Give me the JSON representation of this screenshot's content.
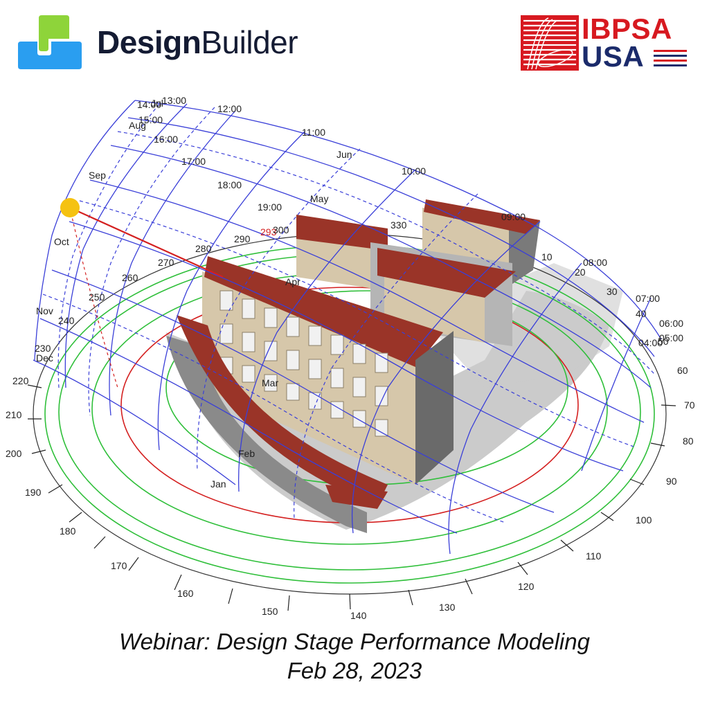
{
  "logos": {
    "designbuilder": {
      "bold": "Design",
      "regular": "Builder",
      "colors": {
        "green": "#8ed43a",
        "blue": "#2a9ef0",
        "text": "#141b33"
      }
    },
    "ibpsa": {
      "line1": "IBPSA",
      "line2": "USA",
      "colors": {
        "red": "#d71920",
        "navy": "#1b2b6b"
      }
    }
  },
  "sunpath": {
    "azimuth_labels": [
      "10",
      "20",
      "30",
      "40",
      "50",
      "60",
      "70",
      "80",
      "90",
      "100",
      "110",
      "120",
      "130",
      "140",
      "150",
      "160",
      "170",
      "180",
      "190",
      "200",
      "210",
      "220",
      "230",
      "240",
      "250",
      "260",
      "270",
      "280",
      "290",
      "293",
      "300",
      "330"
    ],
    "hour_labels": [
      "04:00",
      "05:00",
      "06:00",
      "07:00",
      "08:00",
      "09:00",
      "10:00",
      "11:00",
      "12:00",
      "13:00",
      "14:00",
      "15:00",
      "16:00",
      "17:00",
      "18:00",
      "19:00"
    ],
    "month_labels": [
      "Jan",
      "Feb",
      "Mar",
      "Apr",
      "May",
      "Jun",
      "Jul",
      "Aug",
      "Sep",
      "Oct",
      "Nov",
      "Dec"
    ],
    "highlight_azimuth": "293",
    "colors": {
      "grid": "#3a3fd8",
      "sun": "#f5c211",
      "ray": "#d42020",
      "rings": "#2fbf3a",
      "roof": "#9a3428",
      "wall": "#d6c7aa",
      "shadow": "#bdbdbd"
    }
  },
  "caption": {
    "title": "Webinar: Design Stage Performance Modeling",
    "date": "Feb 28, 2023"
  }
}
